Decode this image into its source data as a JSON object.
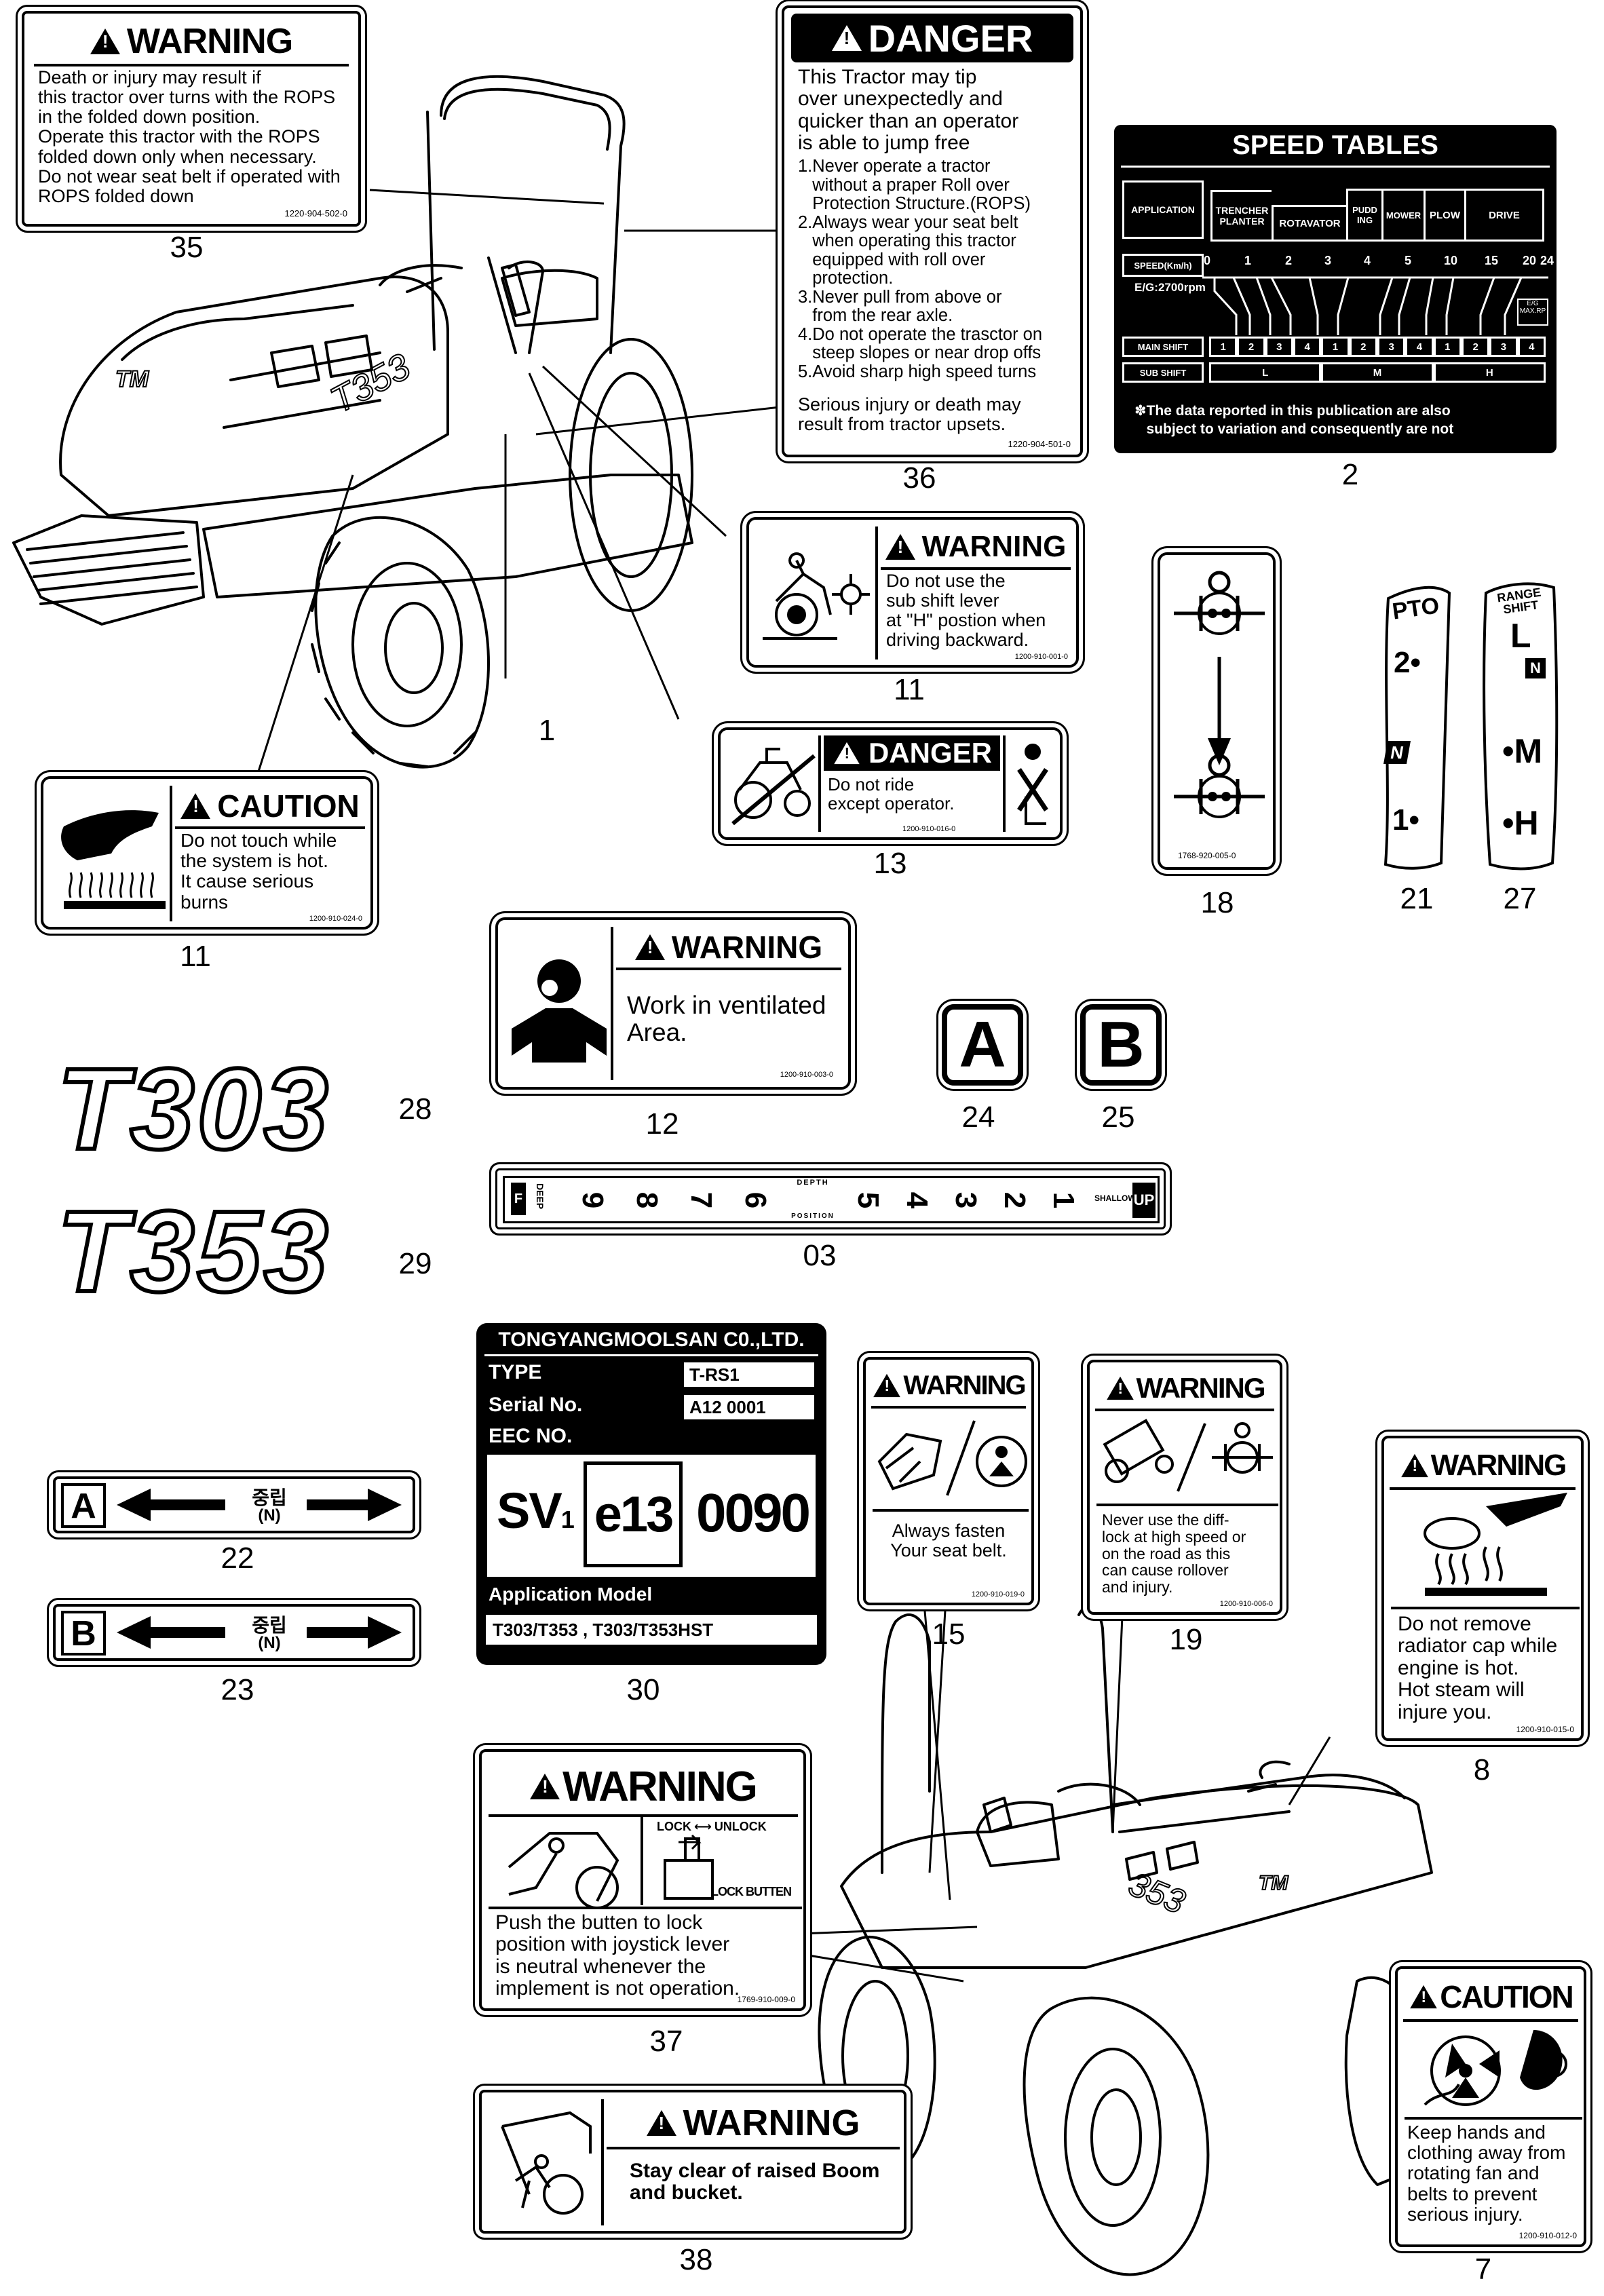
{
  "labels": {
    "d35": {
      "header": "WARNING",
      "body": "Death or injury may result if\nthis tractor over turns with the ROPS\nin the folded down position.\nOperate this tractor with the ROPS\nfolded down only when necessary.\nDo  not wear seat belt if operated with\nROPS folded down",
      "code": "1220-904-502-0"
    },
    "d36": {
      "header": "DANGER",
      "intro": "This Tractor may tip\nover unexpectedly and\nquicker than an operator\nis able to jump free",
      "list": "1.Never operate a tractor\n   without a praper Roll over\n   Protection Structure.(ROPS)\n2.Always wear your seat belt\n   when operating this tractor\n   equipped with roll over\n   protection.\n3.Never pull from above or\n   from the rear axle.\n4.Do not operate the trasctor on\n   steep slopes or near drop offs\n5.Avoid sharp high speed turns",
      "outro": "Serious injury or death may\nresult from tractor upsets.",
      "code": "1220-904-501-0"
    },
    "d2": {
      "title": "SPEED TABLES",
      "application": "APPLICATION",
      "cols": [
        "TRENCHER\nPLANTER",
        "ROTAVATOR",
        "PUDD\nING",
        "MOWER",
        "PLOW",
        "DRIVE"
      ],
      "speed": "SPEED(Km/h)",
      "speed_values": [
        "0",
        "1",
        "2",
        "3",
        "4",
        "5",
        "10",
        "15",
        "20",
        "24"
      ],
      "eg": "E/G:2700rpm",
      "eg_max": "E/G\nMAX.RP",
      "main_shift": "MAIN SHIFT",
      "main_values": [
        "1",
        "2",
        "3",
        "4",
        "1",
        "2",
        "3",
        "4",
        "1",
        "2",
        "3",
        "4"
      ],
      "sub_shift": "SUB SHIFT",
      "sub_values": [
        "L",
        "M",
        "H"
      ],
      "note": "✽The data reported in this publication are also\n   subject to variation and consequently are not"
    },
    "d11a": {
      "header": "WARNING",
      "body": "Do not use the\nsub shift lever\nat \"H\" postion when\ndriving backward.",
      "code": "1200-910-001-0"
    },
    "d13": {
      "header": "DANGER",
      "body": "Do not ride\nexcept operator.",
      "code": "1200-910-016-0"
    },
    "d11b": {
      "header": "CAUTION",
      "body": "Do not touch while\nthe system is hot.\nIt cause serious\nburns",
      "code": "1200-910-024-0"
    },
    "d18": {
      "code": "1768-920-005-0"
    },
    "d21": {
      "title": "PTO",
      "items": [
        "2",
        "N",
        "1"
      ]
    },
    "d27": {
      "title": "RANGE\nSHIFT",
      "items": [
        "L",
        "N",
        "M",
        "H"
      ]
    },
    "d12": {
      "header": "WARNING",
      "body": "Work in ventilated\nArea.",
      "code": "1200-910-003-0"
    },
    "d24": {
      "letter": "A"
    },
    "d25": {
      "letter": "B"
    },
    "d28": {
      "text": "T303"
    },
    "d29": {
      "text": "T353"
    },
    "d03": {
      "left_word": "DEEP",
      "left_side": "F",
      "numbers": [
        "9",
        "8",
        "7",
        "6",
        "5",
        "4",
        "3",
        "2",
        "1"
      ],
      "mid_word": "DEPTH",
      "mid_word2": "POSITION",
      "right_word": "SHALLOW",
      "right_end": "UP"
    },
    "d30": {
      "company": "TONGYANGMOOLSAN C0.,LTD.",
      "type_label": "TYPE",
      "type_value": "T-RS1",
      "serial_label": "Serial No.",
      "serial_value": "A12 0001",
      "eec": "EEC NO.",
      "sv": "SV",
      "sv_sub": "1",
      "e13": "e13",
      "approval": "0090",
      "app_model_label": "Application Model",
      "app_model_value": "T303/T353 , T303/T353HST"
    },
    "d22": {
      "letter": "A",
      "korean": "중립",
      "n": "(N)"
    },
    "d23": {
      "letter": "B",
      "korean": "중립",
      "n": "(N)"
    },
    "d15": {
      "header": "WARNING",
      "body": "Always fasten\nYour  seat belt.",
      "code": "1200-910-019-0"
    },
    "d19": {
      "header": "WARNING",
      "body": "Never use the diff-\nlock at high speed or\non the road as this\ncan cause rollover\nand injury.",
      "code": "1200-910-006-0"
    },
    "d8": {
      "header": "WARNING",
      "body": "Do not remove\nradiator cap while\nengine is hot.\nHot steam will\ninjure you.",
      "code": "1200-910-015-0"
    },
    "d37": {
      "header": "WARNING",
      "lock": "LOCK",
      "unlock": "UNLOCK",
      "lock_button": "LOCK BUTTEN",
      "body": "Push the butten to lock\nposition with joystick lever\nis neutral whenever the\nimplement is not operation.",
      "code": "1769-910-009-0"
    },
    "d38": {
      "header": "WARNING",
      "body": "Stay clear of raised Boom\nand bucket."
    },
    "d7": {
      "header": "CAUTION",
      "body": "Keep hands and\nclothing away from\nrotating  fan and\nbelts to    prevent\nserious injury.",
      "code": "1200-910-012-0"
    }
  },
  "tractor": {
    "brand": "TM",
    "model_top": "T353",
    "model_bottom": "353"
  },
  "numbers": {
    "n35": "35",
    "n36": "36",
    "n2": "2",
    "n1": "1",
    "n11a": "11",
    "n13": "13",
    "n11b": "11",
    "n18": "18",
    "n21": "21",
    "n27": "27",
    "n12": "12",
    "n24": "24",
    "n25": "25",
    "n28": "28",
    "n29": "29",
    "n03": "03",
    "n22": "22",
    "n23": "23",
    "n30": "30",
    "n15": "15",
    "n19": "19",
    "n8": "8",
    "n37": "37",
    "n38": "38",
    "n7": "7"
  }
}
